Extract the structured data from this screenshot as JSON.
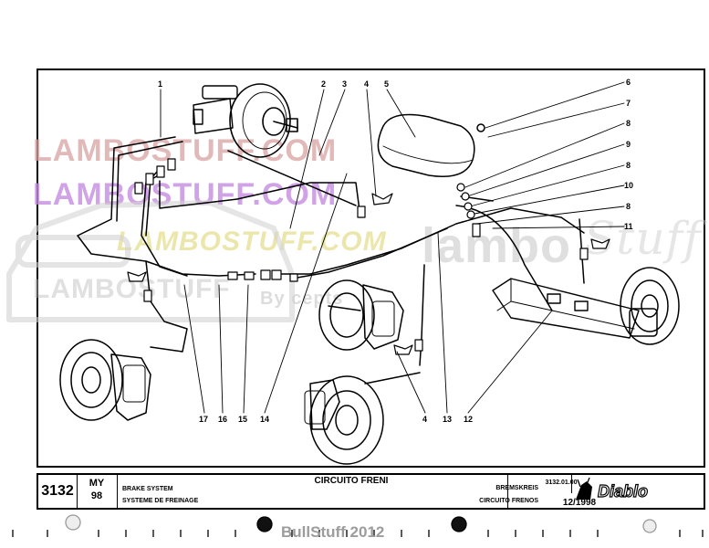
{
  "watermarks": {
    "lambostuff_com": "LAMBOSTUFF.COM",
    "lambostuff_bottom": "LAMBOSTUFF",
    "by_concepts": "By         cepts",
    "lambo": "lambo",
    "stuff": "Stuff"
  },
  "callouts_top": [
    {
      "id": "c1",
      "label": "1"
    },
    {
      "id": "c2",
      "label": "2"
    },
    {
      "id": "c3",
      "label": "3"
    },
    {
      "id": "c4a",
      "label": "4"
    },
    {
      "id": "c5",
      "label": "5"
    },
    {
      "id": "c6",
      "label": "6"
    },
    {
      "id": "c7",
      "label": "7"
    },
    {
      "id": "c8a",
      "label": "8"
    },
    {
      "id": "c9",
      "label": "9"
    },
    {
      "id": "c8b",
      "label": "8"
    },
    {
      "id": "c10",
      "label": "10"
    },
    {
      "id": "c8c",
      "label": "8"
    },
    {
      "id": "c11",
      "label": "11"
    }
  ],
  "callouts_bottom": [
    {
      "id": "c17",
      "label": "17"
    },
    {
      "id": "c16",
      "label": "16"
    },
    {
      "id": "c15",
      "label": "15"
    },
    {
      "id": "c14",
      "label": "14"
    },
    {
      "id": "c4b",
      "label": "4"
    },
    {
      "id": "c13",
      "label": "13"
    },
    {
      "id": "c12",
      "label": "12"
    }
  ],
  "title_block": {
    "group_number": "3132",
    "model_line1": "MY",
    "model_line2": "98",
    "title_en": "BRAKE SYSTEM",
    "title_fr": "SYSTEME DE FREINAGE",
    "title_it": "CIRCUITO FRENI",
    "title_de": "BREMSKREIS",
    "title_es": "CIRCUITO FRENOS",
    "drawing_code": "3132.01.00",
    "date": "12/1998",
    "logo_text": "Diablo"
  },
  "credit": "BullStuff 2012"
}
